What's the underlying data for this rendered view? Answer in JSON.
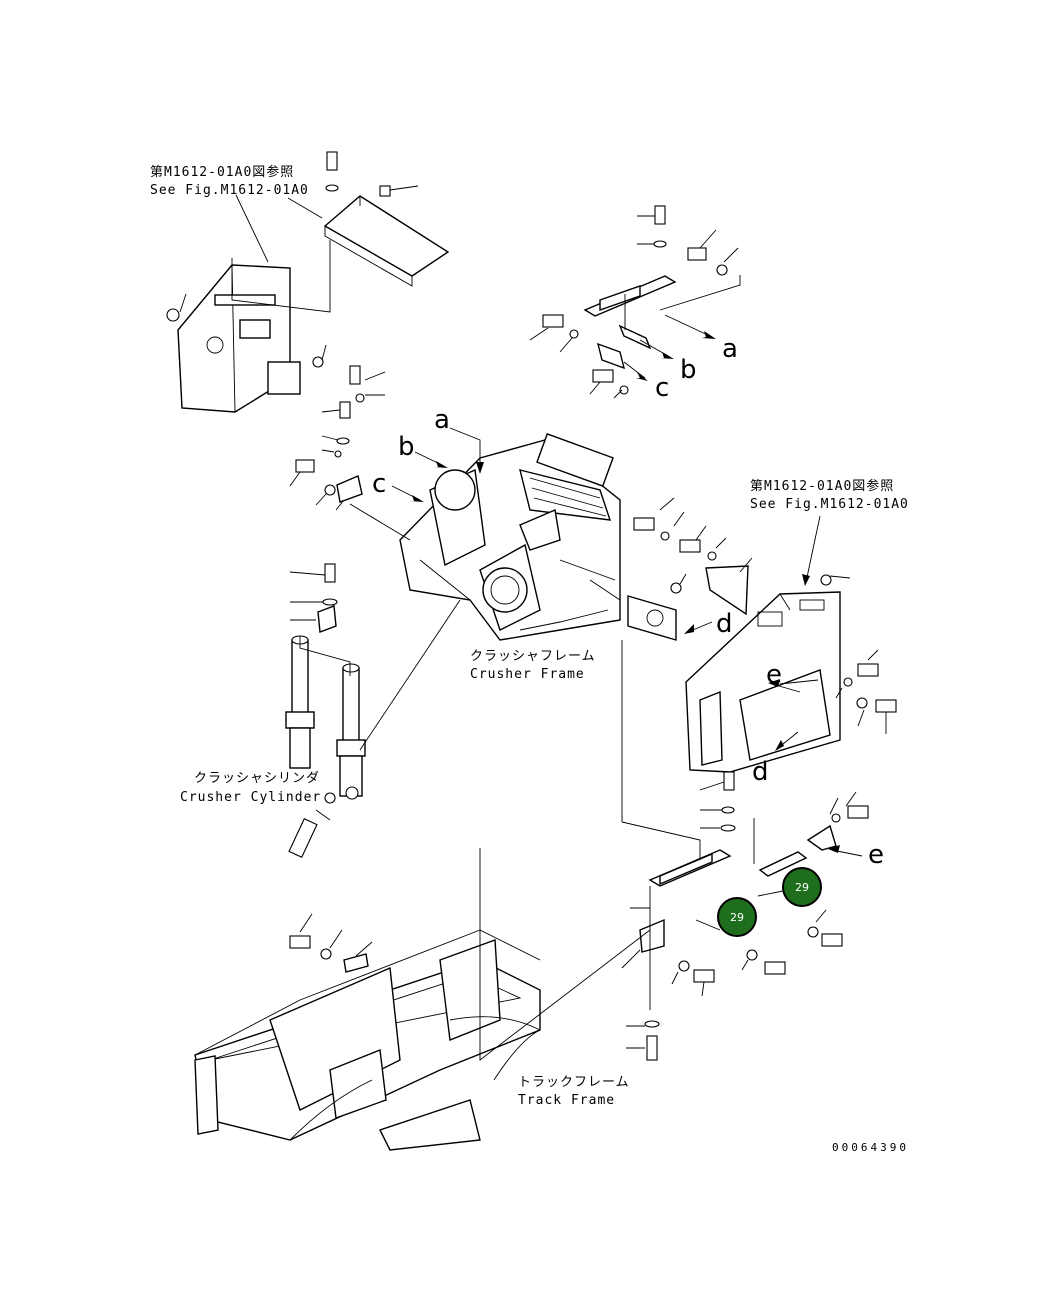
{
  "references": {
    "top_left_jp": "第M1612-01A0図参照",
    "top_left_en": "See Fig.M1612-01A0",
    "right_jp": "第M1612-01A0図参照",
    "right_en": "See Fig.M1612-01A0"
  },
  "parts": {
    "crusher_frame_jp": "クラッシャフレーム",
    "crusher_frame_en": "Crusher Frame",
    "crusher_cylinder_jp": "クラッシャシリンダ",
    "crusher_cylinder_en": "Crusher Cylinder",
    "track_frame_jp": "トラックフレーム",
    "track_frame_en": "Track Frame"
  },
  "letters": {
    "a1": "a",
    "b1": "b",
    "c1": "c",
    "a2": "a",
    "b2": "b",
    "c2": "c",
    "d1": "d",
    "d2": "d",
    "e1": "e",
    "e2": "e"
  },
  "callouts": {
    "badge_1": "29",
    "badge_2": "29",
    "color": "#1e6e1e"
  },
  "drawing_number": "00064390"
}
